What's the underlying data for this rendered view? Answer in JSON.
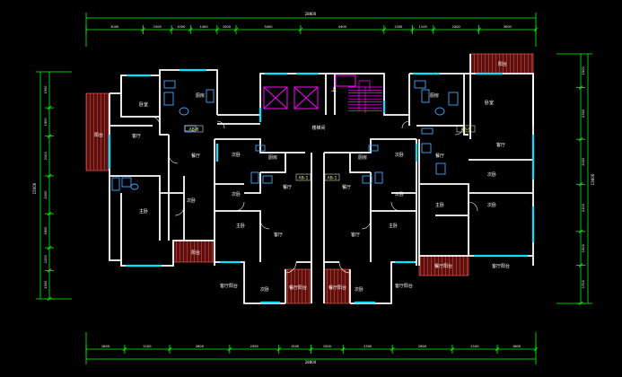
{
  "dimensions": {
    "top_total": "28800",
    "bottom_total": "28800",
    "left_total": "15000",
    "right_total": "13600",
    "top_segments": [
      "3000",
      "1500",
      "1000",
      "1400",
      "1000",
      "3400",
      "4400",
      "1500",
      "1100",
      "2400",
      "3000"
    ],
    "bottom_segments": [
      "1800",
      "2100",
      "2800",
      "2300",
      "1500",
      "1500",
      "2300",
      "2800",
      "2100",
      "1800"
    ],
    "left_segments": [
      "1900",
      "1500",
      "2100",
      "2000",
      "1800",
      "1200",
      "1500"
    ],
    "right_segments": [
      "1500",
      "2300",
      "2000",
      "2100",
      "1500",
      "1700"
    ]
  },
  "rooms": {
    "balcony": "阳台",
    "bedroom": "卧室",
    "living": "客厅",
    "dining": "餐厅",
    "kitchen": "厨房",
    "second_bedroom": "次卧",
    "master_bedroom": "主卧",
    "stair_hall": "楼梯间",
    "living_balcony": "客厅阳台",
    "dining_balcony": "餐厅阳台"
  },
  "units": {
    "left_outer": "AB-B",
    "right_outer": "AB-B",
    "left_inner": "AB-1",
    "right_inner": "AB-1"
  },
  "markers": {
    "stair_up": "上"
  },
  "colors": {
    "background": "#000000",
    "wall": "#ffffff",
    "window": "#00e5ff",
    "dimension": "#00ff00",
    "dimension_text": "#ffffff",
    "room_text": "#ffffff",
    "balcony_fill": "#c0392b",
    "stair": "#ff00ff",
    "fixture": "#3fa9ff",
    "unit_label": "#ffff66"
  }
}
